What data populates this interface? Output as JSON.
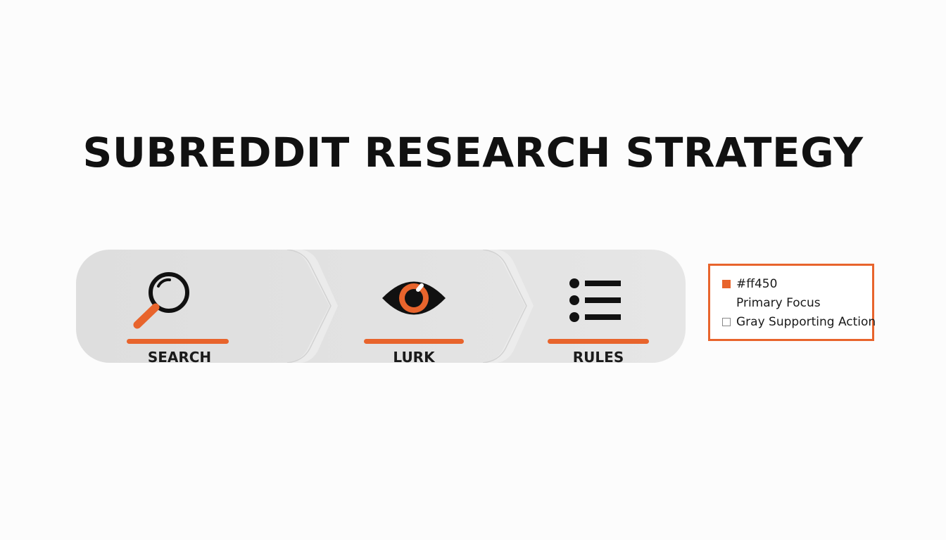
{
  "title": "SUBREDDIT RESEARCH STRATEGY",
  "steps": [
    {
      "label": "SEARCH",
      "icon": "magnifying-glass-icon"
    },
    {
      "label": "LURK",
      "icon": "eye-icon"
    },
    {
      "label": "RULES",
      "icon": "bulleted-list-icon"
    }
  ],
  "legend": {
    "items": [
      {
        "swatch": "filled",
        "text": "#ff450"
      },
      {
        "swatch": "none",
        "text": "Primary Focus"
      },
      {
        "swatch": "empty",
        "text": "Gray Supporting Action"
      }
    ]
  },
  "colors": {
    "accent": "#e8642c",
    "ink": "#111111",
    "panel": "#e2e2e2",
    "background": "#fcfcfc"
  }
}
